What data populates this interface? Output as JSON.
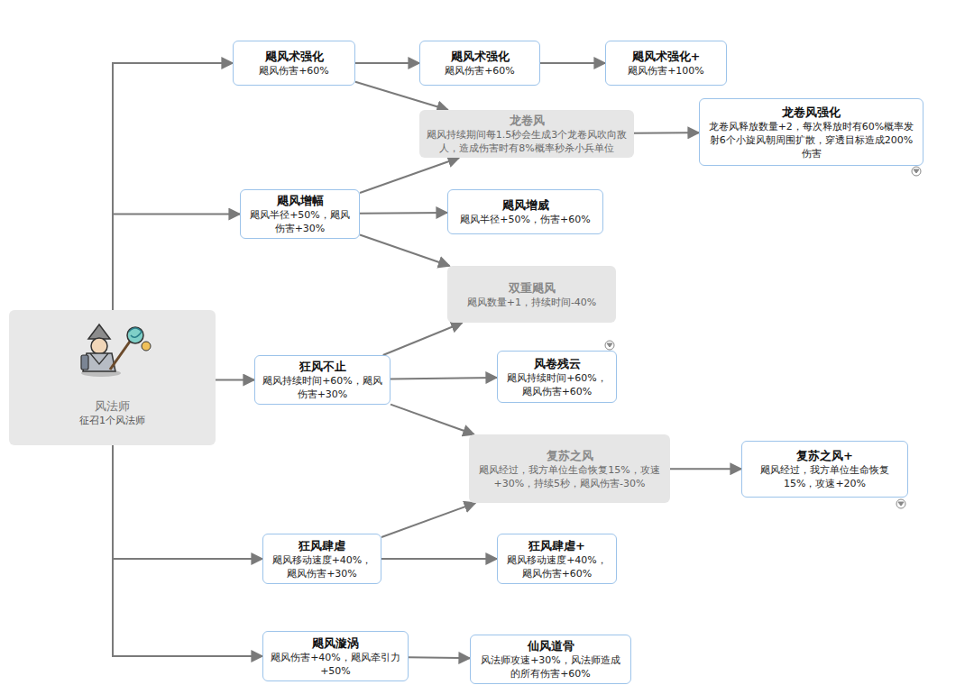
{
  "diagram": {
    "nodes": [
      {
        "text": [
          "风法师",
          "征召1个风法师"
        ]
      },
      {
        "text": [
          "飓风术强化",
          "飓风伤害+60%"
        ]
      },
      {
        "text": [
          "飓风术强化",
          "飓风伤害+60%"
        ]
      },
      {
        "text": [
          "飓风术强化+",
          "飓风伤害+100%"
        ]
      },
      {
        "text": [
          "龙卷风",
          "飓风持续期间每1.5秒会生成3个龙卷风吹向敌人，造成伤害时有8%概率秒杀小兵单位"
        ]
      },
      {
        "text": [
          "龙卷风强化",
          "龙卷风释放数量+2，每次释放时有60%概率发射6个小旋风朝周围扩散，穿透目标造成200%伤害"
        ]
      },
      {
        "text": [
          "飓风增幅",
          "飓风半径+50%，飓风伤害+30%"
        ]
      },
      {
        "text": [
          "飓风增威",
          "飓风半径+50%，伤害+60%"
        ]
      },
      {
        "text": [
          "双重飓风",
          "飓风数量+1，持续时间-40%"
        ]
      },
      {
        "text": [
          "狂风不止",
          "飓风持续时间+60%，飓风伤害+30%"
        ]
      },
      {
        "text": [
          "风卷残云",
          "飓风持续时间+60%，飓风伤害+60%"
        ]
      },
      {
        "text": [
          "复苏之风",
          "飓风经过，我方单位生命恢复15%，攻速+30%，持续5秒，飓风伤害-30%"
        ]
      },
      {
        "text": [
          "复苏之风+",
          "飓风经过，我方单位生命恢复15%，攻速+20%"
        ]
      },
      {
        "text": [
          "狂风肆虐",
          "飓风移动速度+40%，飓风伤害+30%"
        ]
      },
      {
        "text": [
          "狂风肆虐+",
          "飓风移动速度+40%，飓风伤害+60%"
        ]
      },
      {
        "text": [
          "飓风漩涡",
          "飓风伤害+40%，飓风牵引力+50%"
        ]
      },
      {
        "text": [
          "仙风道骨",
          "风法师攻速+30%，风法师造成的所有伤害+60%"
        ]
      }
    ],
    "edges": [
      {
        "from": 0,
        "to": 1,
        "arrow": "to"
      },
      {
        "from": 0,
        "to": 6,
        "arrow": "to"
      },
      {
        "from": 0,
        "to": 9,
        "arrow": "to"
      },
      {
        "from": 0,
        "to": 13,
        "arrow": "to"
      },
      {
        "from": 0,
        "to": 15,
        "arrow": "to"
      },
      {
        "from": 1,
        "to": 2,
        "arrow": "to"
      },
      {
        "from": 2,
        "to": 3,
        "arrow": "to"
      },
      {
        "from": 1,
        "to": 4,
        "arrow": "to"
      },
      {
        "from": 6,
        "to": 4,
        "arrow": "to"
      },
      {
        "from": 4,
        "to": 5,
        "arrow": "to"
      },
      {
        "from": 6,
        "to": 7,
        "arrow": "to"
      },
      {
        "from": 6,
        "to": 8,
        "arrow": "to"
      },
      {
        "from": 9,
        "to": 8,
        "arrow": "to"
      },
      {
        "from": 9,
        "to": 10,
        "arrow": "to"
      },
      {
        "from": 9,
        "to": 11,
        "arrow": "to"
      },
      {
        "from": 13,
        "to": 11,
        "arrow": "to"
      },
      {
        "from": 11,
        "to": 12,
        "arrow": "to"
      },
      {
        "from": 13,
        "to": 14,
        "arrow": "to"
      },
      {
        "from": 15,
        "to": 16,
        "arrow": "to"
      }
    ]
  }
}
